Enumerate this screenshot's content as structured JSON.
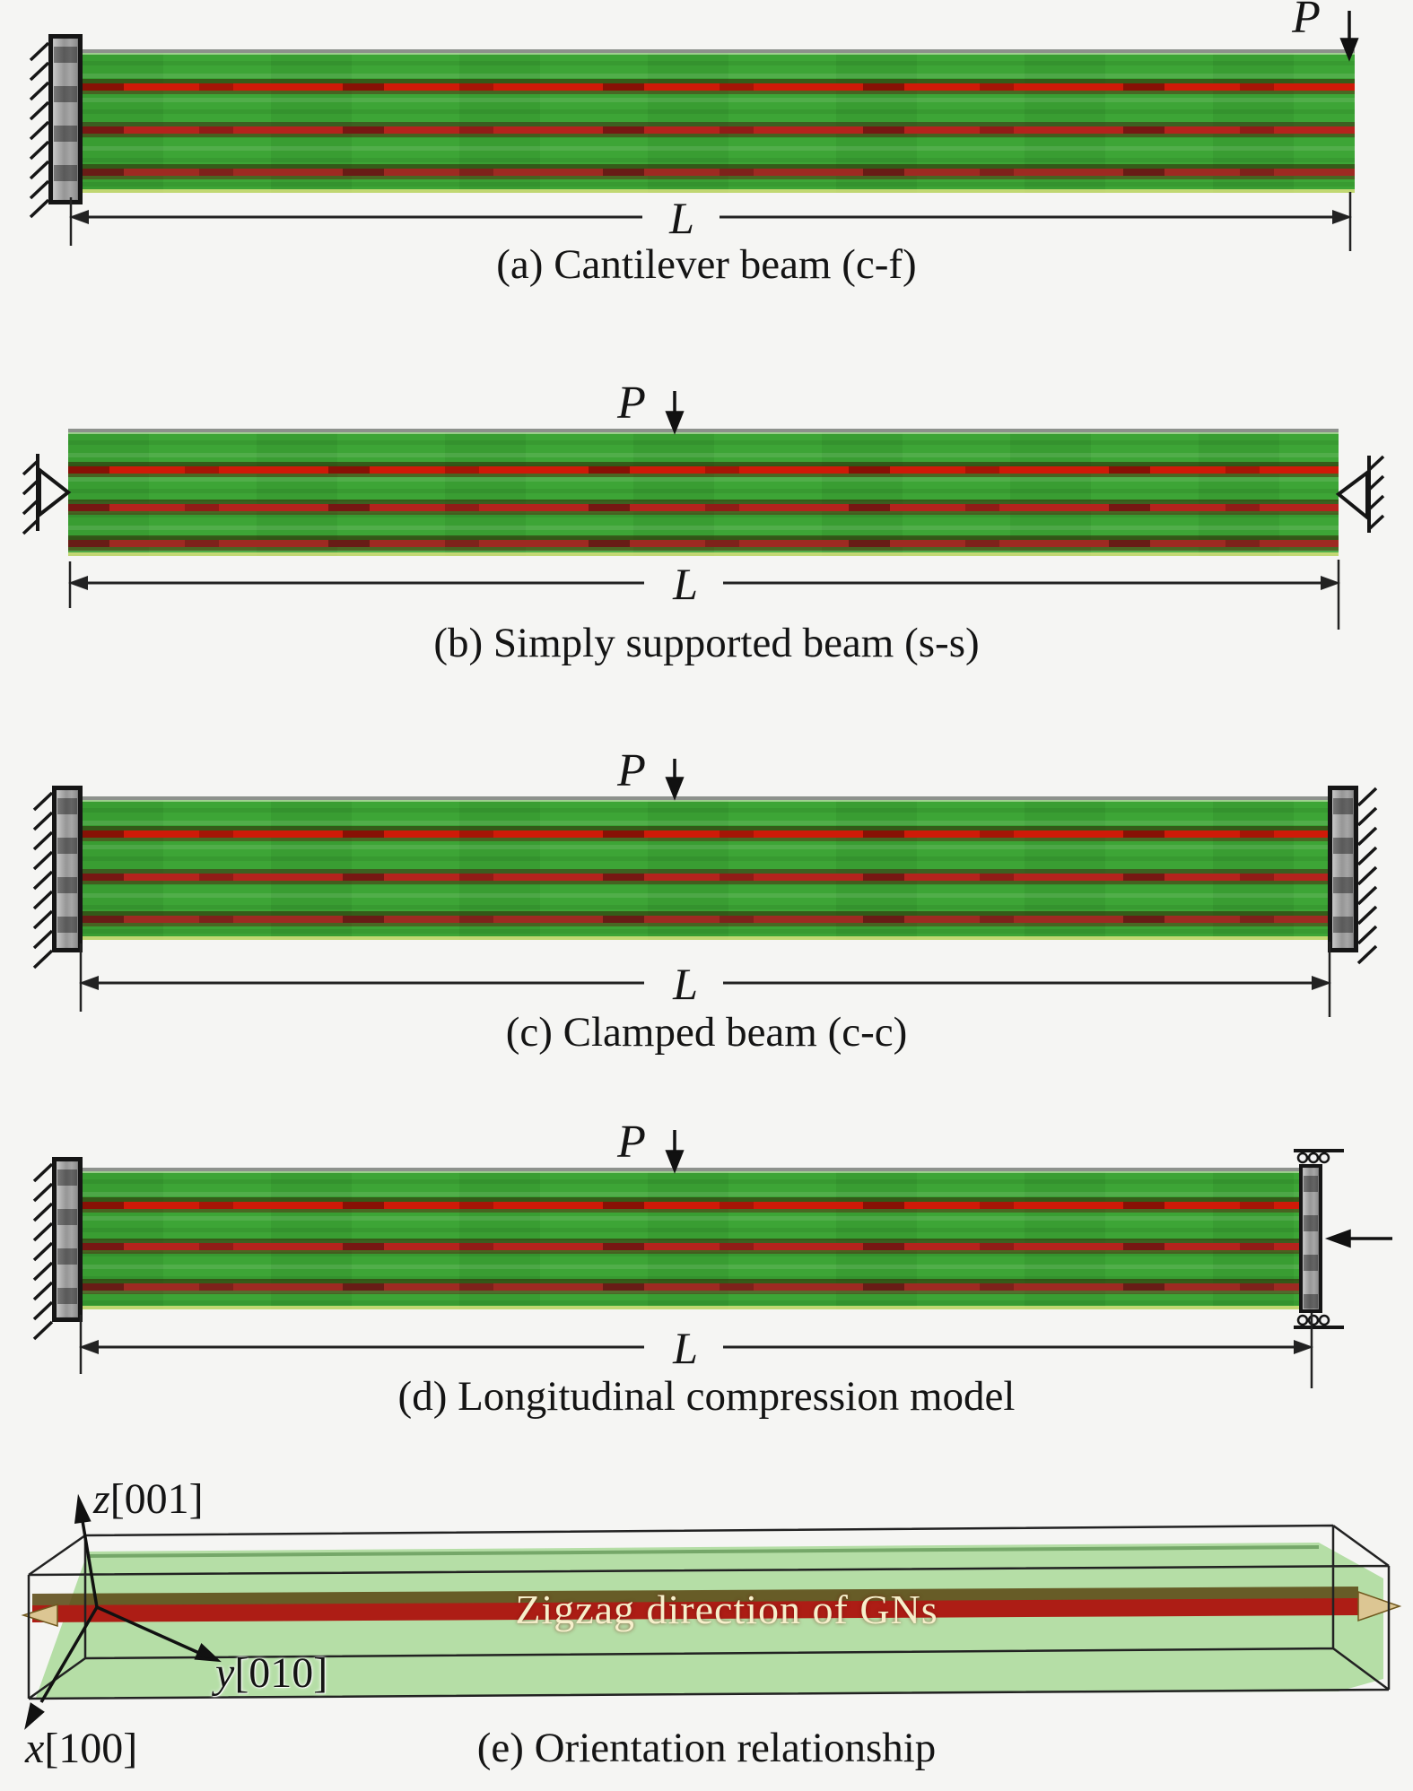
{
  "figure": {
    "panels": [
      {
        "label_load": "P",
        "label_length": "L",
        "caption": "(a) Cantilever beam (c-f)"
      },
      {
        "label_load": "P",
        "label_length": "L",
        "caption": "(b) Simply supported beam (s-s)"
      },
      {
        "label_load": "P",
        "label_length": "L",
        "caption": "(c) Clamped beam (c-c)"
      },
      {
        "label_load": "P",
        "label_length": "L",
        "caption": "(d) Longitudinal compression model"
      },
      {
        "caption": "(e) Orientation relationship",
        "zigzag_label": "Zigzag direction of GNs",
        "axis_z_letter": "z",
        "axis_z_index": "[001]",
        "axis_y_letter": "y",
        "axis_y_index": "[010]",
        "axis_x_letter": "x",
        "axis_x_index": "[100]"
      }
    ],
    "colors": {
      "beam_green": "#3da536",
      "gn_red_bright": "#cf1a08",
      "gn_red_mid": "#b5231d",
      "gn_red_dark": "#9e2a22",
      "box_green": "#afdba0",
      "plane_red": "#ad1d15",
      "arrow_tan": "#dcc693",
      "text": "#141414"
    }
  }
}
